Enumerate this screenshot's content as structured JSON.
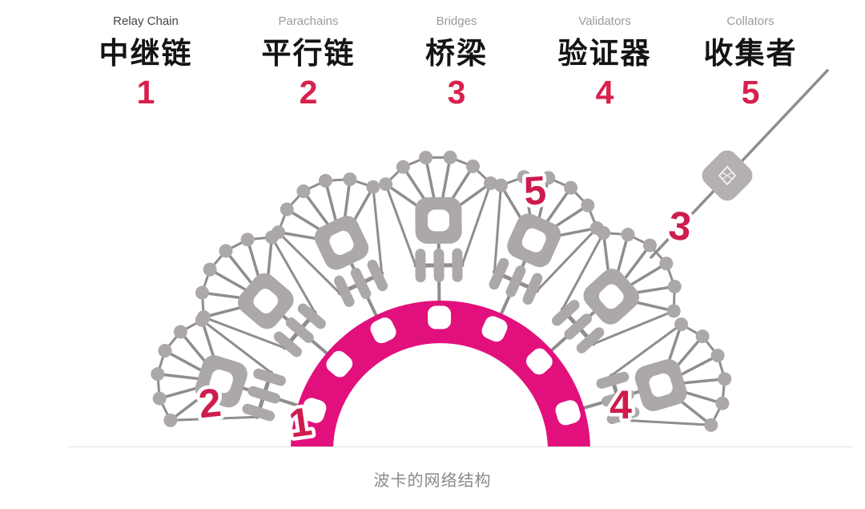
{
  "legend": {
    "items": [
      {
        "en": "Relay Chain",
        "zh": "中继链",
        "num": "1"
      },
      {
        "en": "Parachains",
        "zh": "平行链",
        "num": "2"
      },
      {
        "en": "Bridges",
        "zh": "桥梁",
        "num": "3"
      },
      {
        "en": "Validators",
        "zh": "验证器",
        "num": "4"
      },
      {
        "en": "Collators",
        "zh": "收集者",
        "num": "5"
      }
    ]
  },
  "diagram": {
    "markers": [
      "1",
      "2",
      "3",
      "4",
      "5"
    ],
    "icons": {
      "bridge_node": "gem-icon"
    },
    "colors": {
      "relay_ring": "#E2107C",
      "marker_red": "#CE1C4E",
      "legend_red": "#D8204C",
      "node_gray": "#ACA8A9",
      "line_gray": "#8F8D8E",
      "bridge_node_gray": "#B4B0B1",
      "caption_gray": "#8A8A8A"
    }
  },
  "caption": "波卡的网络结构"
}
